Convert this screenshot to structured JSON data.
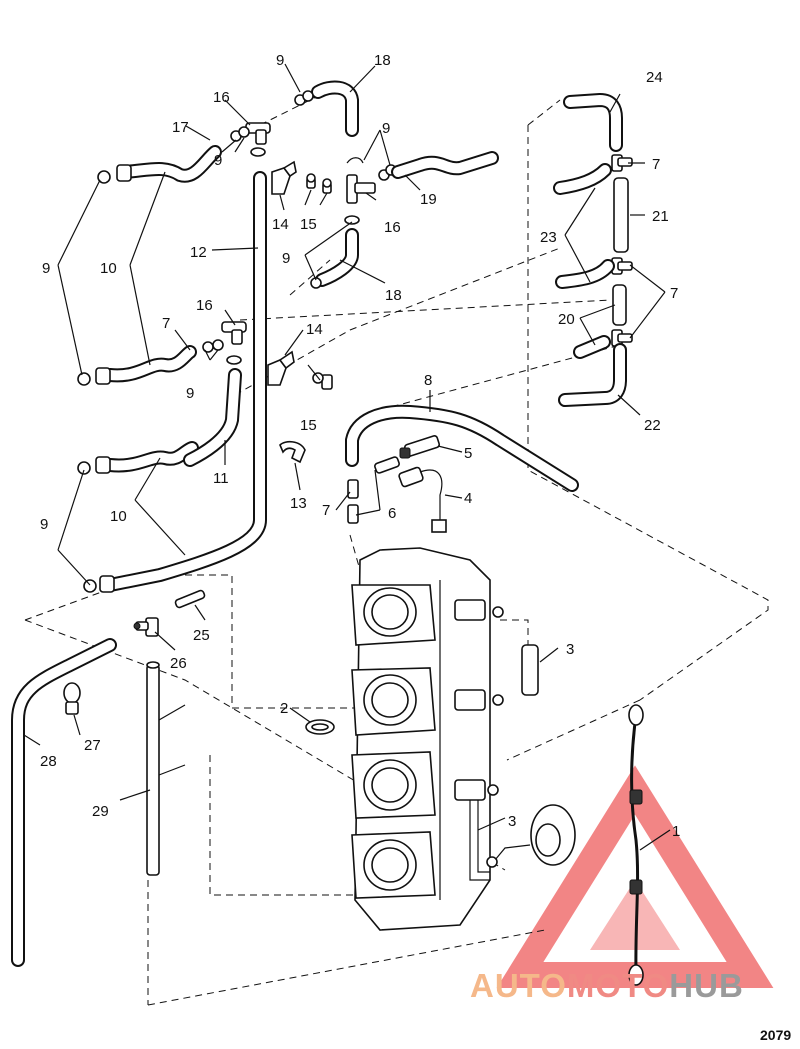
{
  "figure_number": "2079",
  "watermark": {
    "auto": "AUTO",
    "moto": "MOTO",
    "hub": "HUB",
    "colors": {
      "auto": "#f5b88a",
      "moto": "#f08a84",
      "hub": "#9a9a9a",
      "triangle": "#f07070"
    }
  },
  "callouts": {
    "c1": "1",
    "c2": "2",
    "c3a": "3",
    "c3b": "3",
    "c4": "4",
    "c5": "5",
    "c6": "6",
    "c7a": "7",
    "c7b": "7",
    "c7c": "7",
    "c7d": "7",
    "c8": "8",
    "c9a": "9",
    "c9b": "9",
    "c9c": "9",
    "c9d": "9",
    "c9e": "9",
    "c9f": "9",
    "c9g": "9",
    "c10a": "10",
    "c10b": "10",
    "c11": "11",
    "c12": "12",
    "c13": "13",
    "c14a": "14",
    "c14b": "14",
    "c15a": "15",
    "c15b": "15",
    "c16a": "16",
    "c16b": "16",
    "c16c": "16",
    "c17": "17",
    "c18a": "18",
    "c18b": "18",
    "c19": "19",
    "c20": "20",
    "c21": "21",
    "c22": "22",
    "c23": "23",
    "c24": "24",
    "c25": "25",
    "c26": "26",
    "c27": "27",
    "c28": "28",
    "c29": "29"
  }
}
